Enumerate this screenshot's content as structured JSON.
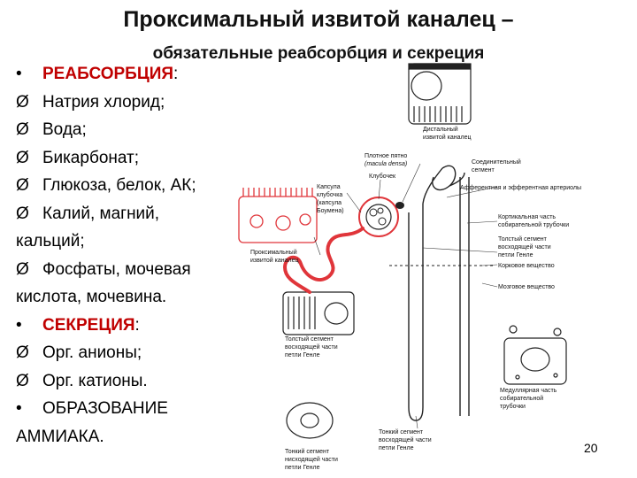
{
  "title": "Проксимальный извитой каналец –",
  "subtitle": "обязательные реабсорбция и секреция",
  "list": [
    {
      "marker": "•",
      "text": "РЕАБСОРБЦИЯ",
      "suffix": ":",
      "heading": true
    },
    {
      "marker": "Ø",
      "text": "Натрия хлорид;"
    },
    {
      "marker": "Ø",
      "text": "Вода;"
    },
    {
      "marker": "Ø",
      "text": "Бикарбонат;"
    },
    {
      "marker": "Ø",
      "text": "Глюкоза, белок, АК;"
    },
    {
      "marker": "Ø",
      "text": "Калий, магний,"
    },
    {
      "marker": "",
      "text": "кальций;"
    },
    {
      "marker": "Ø",
      "text": "Фосфаты, мочевая"
    },
    {
      "marker": "",
      "text": "кислота, мочевина."
    },
    {
      "marker": "•",
      "text": "СЕКРЕЦИЯ",
      "suffix": ":",
      "heading": true
    },
    {
      "marker": "Ø",
      "text": "Орг. анионы;"
    },
    {
      "marker": "Ø",
      "text": "Орг. катионы."
    },
    {
      "marker": "•",
      "text": "ОБРАЗОВАНИЕ"
    },
    {
      "marker": "",
      "text": "АММИАКА."
    }
  ],
  "diagram": {
    "labels": {
      "distal_1": "Дистальный",
      "distal_2": "извитой каналец",
      "macula_1": "Плотное пятно",
      "macula_2": "(macula densa)",
      "connecting_1": "Соединительный",
      "connecting_2": "сегмент",
      "glomerulus": "Клубочек",
      "arterioles": "Афферентная и эфферентная артериолы",
      "capsule_1": "Капсула",
      "capsule_2": "клубочка",
      "capsule_3": "(капсула",
      "capsule_4": "Боумена)",
      "cortical_1": "Кортикальная часть",
      "cortical_2": "собирательной трубочки",
      "thick_asc_1": "Толстый сегмент",
      "thick_asc_2": "восходящей части",
      "thick_asc_3": "петли Генле",
      "proximal_1": "Проксимальный",
      "proximal_2": "извитой каналец",
      "cortex": "Корковое вещество",
      "medulla": "Мозговое вещество",
      "thick_desc_1": "Толстый сегмент",
      "thick_desc_2": "восходящей части",
      "thick_desc_3": "петли Генле",
      "medullary_1": "Медуллярная часть",
      "medullary_2": "собирательной",
      "medullary_3": "трубочки",
      "thin_asc_1": "Тонкий сегмент",
      "thin_asc_2": "восходящей части",
      "thin_asc_3": "петли Генле",
      "thin_desc_1": "Тонкий сегмент",
      "thin_desc_2": "нисходящей части",
      "thin_desc_3": "петли Генле"
    }
  },
  "page_number": "20",
  "colors": {
    "accent": "#c00000",
    "tubule_red": "#e0353a"
  }
}
